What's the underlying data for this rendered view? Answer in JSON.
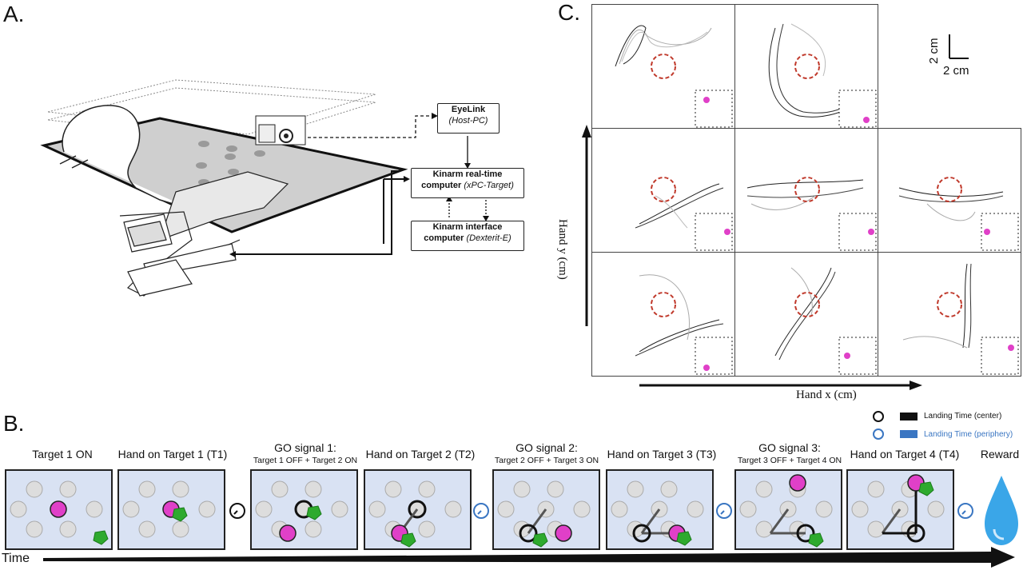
{
  "panels": {
    "a": "A.",
    "b": "B.",
    "c": "C."
  },
  "rig": {
    "eyelink_title": "EyeLink",
    "eyelink_sub": "(Host-PC)",
    "realtime_title": "Kinarm real-time",
    "realtime_title2": "computer",
    "realtime_sub": "(xPC-Target)",
    "interface_title": "Kinarm interface",
    "interface_title2": "computer",
    "interface_sub": "(Dexterit-E)"
  },
  "trajectories": {
    "scale_y": "2 cm",
    "scale_x": "2 cm",
    "xlabel": "Hand x (cm)",
    "ylabel": "Hand y (cm)"
  },
  "task": {
    "legend": {
      "center": "Landing Time (center)",
      "periphery": "Landing Time (periphery)",
      "center_color": "#111111",
      "periphery_color": "#3a76c2"
    },
    "stages": [
      {
        "title": "Target 1 ON",
        "sub": ""
      },
      {
        "title": "Hand on Target 1 (T1)",
        "sub": ""
      },
      {
        "title": "GO signal 1:",
        "sub": "Target 1 OFF + Target 2 ON"
      },
      {
        "title": "Hand on Target 2 (T2)",
        "sub": ""
      },
      {
        "title": "GO signal 2:",
        "sub": "Target 2 OFF + Target 3 ON"
      },
      {
        "title": "Hand on Target 3 (T3)",
        "sub": ""
      },
      {
        "title": "GO signal 3:",
        "sub": "Target 3 OFF + Target 4 ON"
      },
      {
        "title": "Hand on Target 4 (T4)",
        "sub": ""
      },
      {
        "title": "Reward",
        "sub": ""
      }
    ],
    "time_label": "Time",
    "colors": {
      "target": "#e040c8",
      "hand": "#2eaa2e",
      "stage_bg": "#d9e2f3",
      "drop": "#3aa6e8"
    }
  }
}
